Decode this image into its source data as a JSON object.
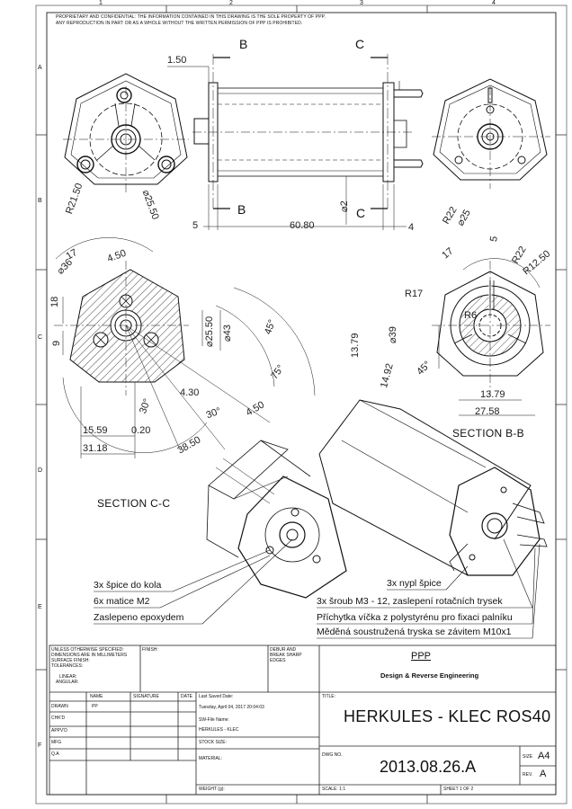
{
  "notice": {
    "line1": "PROPRIETARY AND CONFIDENTIAL:  THE INFORMATION CONTAINED IN THIS DRAWING IS THE SOLE PROPERTY OF PPP.",
    "line2": "ANY  REPRODUCTION IN PART OR AS A WHOLE WITHOUT THE WRITTEN PERMISSION OF PPP IS PROHIBITED."
  },
  "zones": {
    "columns": [
      "1",
      "2",
      "3",
      "4"
    ],
    "rows": [
      "A",
      "B",
      "C",
      "D",
      "E",
      "F"
    ]
  },
  "section_marks": {
    "b_top": "B",
    "c_top": "C",
    "b_bottom": "B",
    "c_bottom": "C"
  },
  "dims": {
    "d1_50": "1.50",
    "r21_50": "R21.50",
    "phi25_50_left": "⌀25.50",
    "d5": "5",
    "phi2": "⌀2",
    "d60_80": "60.80",
    "d4": "4",
    "r22_right": "R22",
    "phi25_right": "⌀25",
    "d17_left": "17",
    "d4_50_top": "4.50",
    "phi36": "⌀36",
    "d18": "18",
    "d9": "9",
    "phi25_50_sec": "⌀25.50",
    "phi43": "⌀43",
    "a45_left": "45°",
    "a75": "75°",
    "a30_a": "30°",
    "a30_b": "30°",
    "d4_30": "4.30",
    "d4_50_low": "4.50",
    "d15_59": "15.59",
    "d0_20": "0.20",
    "d31_18": "31.18",
    "d38_50": "38.50",
    "d17_right": "17",
    "d5_right": "5",
    "r22_b": "R22",
    "r12_50": "R12.50",
    "r17": "R17",
    "r6": "R6",
    "phi39": "⌀39",
    "d13_79_v": "13.79",
    "d14_92": "14.92",
    "a45_right": "45°",
    "d13_79_h": "13.79",
    "d27_58": "27.58"
  },
  "section_labels": {
    "bb": "SECTION B-B",
    "cc": "SECTION C-C"
  },
  "callouts": {
    "spice": "3x špice do kola",
    "matice": "6x matice M2",
    "zaslepeno": "Zaslepeno epoxydem",
    "nypl": "3x nypl špice",
    "sroub": "3x šroub M3 - 12, zaslepení rotačních trysek",
    "prichytka": "Příchytka víčka z polystyrénu pro fixaci palníku",
    "tryska": "Měděná soustružená tryska se závitem M10x1"
  },
  "title_block": {
    "unless": [
      "UNLESS OTHERWISE SPECIFIED:",
      "DIMENSIONS ARE IN MILLIMETERS",
      "SURFACE FINISH:",
      "TOLERANCES:",
      "LINEAR:",
      "ANGULAR:"
    ],
    "finish": "FINISH:",
    "deburr": [
      "DEBUR AND",
      "BREAK SHARP",
      "EDGES"
    ],
    "company": "PPP",
    "company_sub": "Design & Reverse Engineering",
    "col_name": "NAME",
    "col_signature": "SIGNATURE",
    "col_date": "DATE",
    "rows": [
      "DRAWN",
      "CHK'D",
      "APPV'D",
      "MFG",
      "Q.A"
    ],
    "drawn_name": "PP",
    "last_saved_label": "Last Saved Date:",
    "last_saved_value": "Tuesday, April 04, 2017 20:04:03",
    "sw_file_label": "SW-File Name:",
    "sw_file_value": "HERKULES - KLEC",
    "stock_size": "STOCK SIZE:",
    "material": "MATERIAL:",
    "weight": "WEIGHT (g):",
    "title_label": "TITLE:",
    "title": "HERKULES - KLEC ROS40",
    "dwg_label": "DWG NO.",
    "dwg_no": "2013.08.26.A",
    "size_label": "SIZE",
    "size": "A4",
    "rev_label": "REV.",
    "rev": "A",
    "scale": "SCALE: 1:1",
    "sheet": "SHEET 1 OF 2"
  }
}
